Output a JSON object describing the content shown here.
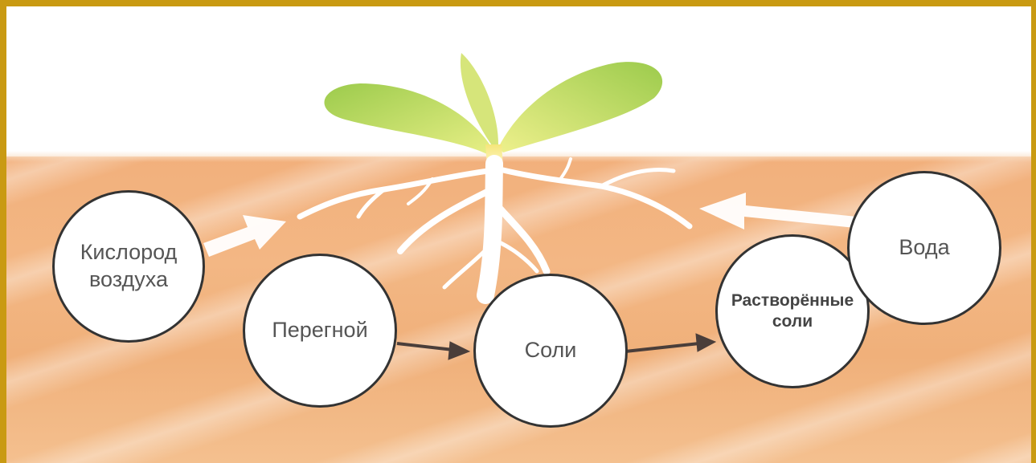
{
  "diagram": {
    "nodes": {
      "oxygen": "Кислород\nвоздуха",
      "humus": "Перегной",
      "salts": "Соли",
      "dissolved_salts": "Растворённые\nсоли",
      "water": "Вода"
    },
    "colors": {
      "frame": "#c99a12",
      "soil": "#f2b07c",
      "leaf": "#a8d25a",
      "root": "#ffffff",
      "circle_border": "#333333",
      "flow_arrow": "#4a3e3a"
    },
    "flows": [
      {
        "from": "humus",
        "to": "salts",
        "type": "dark-arrow"
      },
      {
        "from": "salts",
        "to": "dissolved_salts",
        "type": "dark-arrow"
      },
      {
        "from": "oxygen",
        "to": "roots",
        "type": "white-arrow"
      },
      {
        "from": "water",
        "to": "roots",
        "type": "white-arrow"
      }
    ]
  }
}
